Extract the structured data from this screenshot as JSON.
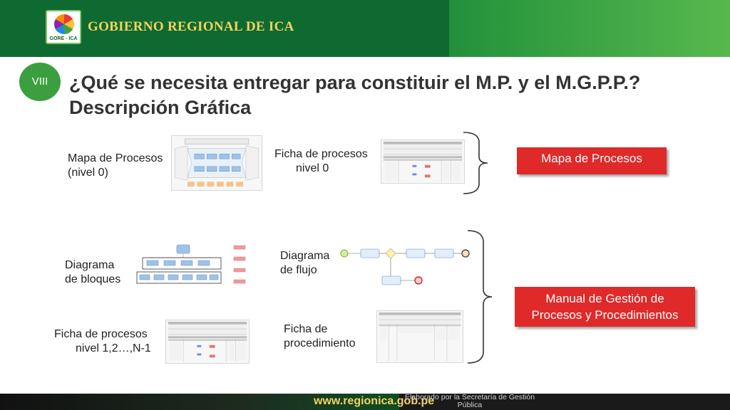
{
  "header": {
    "org_name": "GOBIERNO REGIONAL DE ICA",
    "logo_text": "GORE - ICA",
    "colors": {
      "dark_green": "#0f6a31",
      "light_green": "#57b84e",
      "title_gold": "#f4d35e"
    }
  },
  "slide": {
    "badge": "VIII",
    "title_line1": "¿Qué se necesita entregar para constituir el M.P. y el M.G.P.P.?",
    "title_line2": "Descripción Gráfica"
  },
  "items": {
    "mapa_procesos": {
      "line1": "Mapa de Procesos",
      "line2": "(nivel 0)"
    },
    "ficha_nivel0": {
      "line1": "Ficha de procesos",
      "line2": "nivel 0"
    },
    "diagrama_bloques": {
      "line1": "Diagrama",
      "line2": "de bloques"
    },
    "diagrama_flujo": {
      "line1": "Diagrama",
      "line2": "de flujo"
    },
    "ficha_nivelN": {
      "line1": "Ficha de procesos",
      "line2": "nivel 1,2…,N-1"
    },
    "ficha_procedimiento": {
      "line1": "Ficha de",
      "line2": "procedimiento"
    }
  },
  "outputs": {
    "mapa": "Mapa de Procesos",
    "manual_line1": "Manual de Gestión de",
    "manual_line2": "Procesos y Procedimientos",
    "color": "#e02929"
  },
  "footer": {
    "url": "www.regionica.gob.pe",
    "credit_line1": "Elaborado por la Secretaría de Gestión",
    "credit_line2": "Pública"
  }
}
